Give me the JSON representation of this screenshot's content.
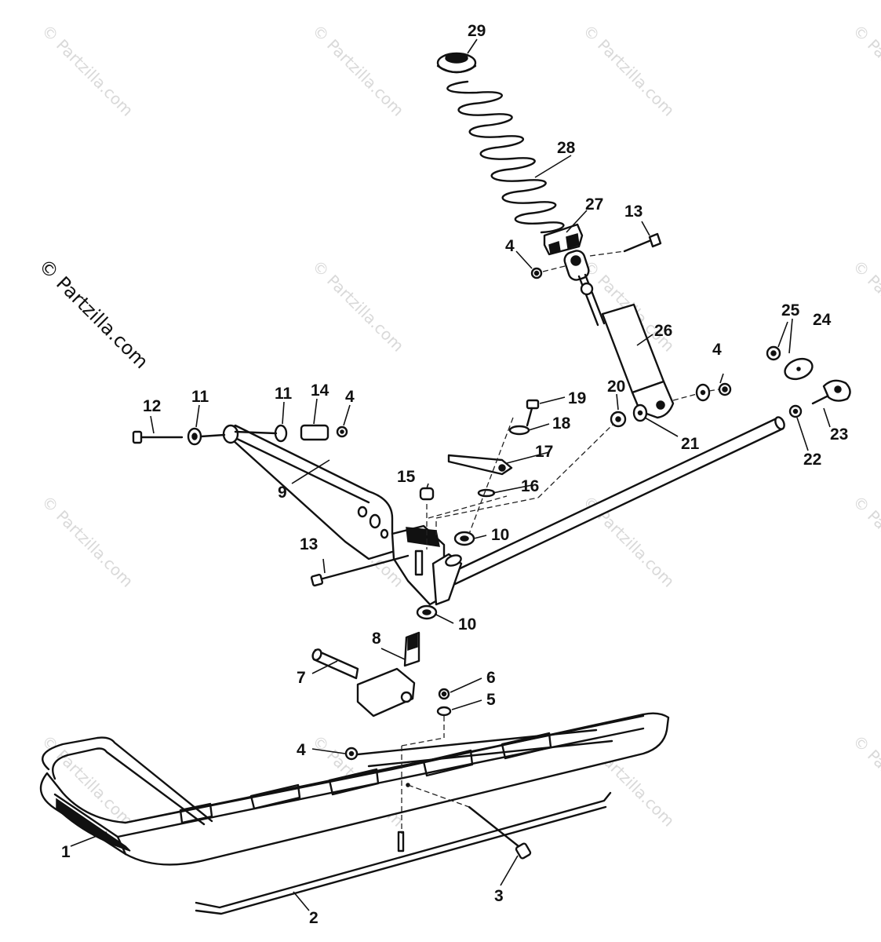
{
  "copyright": "© Partzilla.com",
  "watermark": "© Partzilla.com",
  "callouts": [
    {
      "id": "c29",
      "label": "29"
    },
    {
      "id": "c28",
      "label": "28"
    },
    {
      "id": "c27",
      "label": "27"
    },
    {
      "id": "c13a",
      "label": "13"
    },
    {
      "id": "c4a",
      "label": "4"
    },
    {
      "id": "c26",
      "label": "26"
    },
    {
      "id": "c25",
      "label": "25"
    },
    {
      "id": "c24",
      "label": "24"
    },
    {
      "id": "c4b",
      "label": "4"
    },
    {
      "id": "c20",
      "label": "20"
    },
    {
      "id": "c21",
      "label": "21"
    },
    {
      "id": "c22",
      "label": "22"
    },
    {
      "id": "c23",
      "label": "23"
    },
    {
      "id": "c19",
      "label": "19"
    },
    {
      "id": "c18",
      "label": "18"
    },
    {
      "id": "c17",
      "label": "17"
    },
    {
      "id": "c16",
      "label": "16"
    },
    {
      "id": "c15",
      "label": "15"
    },
    {
      "id": "c10a",
      "label": "10"
    },
    {
      "id": "c10b",
      "label": "10"
    },
    {
      "id": "c12",
      "label": "12"
    },
    {
      "id": "c11a",
      "label": "11"
    },
    {
      "id": "c11b",
      "label": "11"
    },
    {
      "id": "c14",
      "label": "14"
    },
    {
      "id": "c4c",
      "label": "4"
    },
    {
      "id": "c9",
      "label": "9"
    },
    {
      "id": "c13b",
      "label": "13"
    },
    {
      "id": "c8",
      "label": "8"
    },
    {
      "id": "c7",
      "label": "7"
    },
    {
      "id": "c6",
      "label": "6"
    },
    {
      "id": "c5",
      "label": "5"
    },
    {
      "id": "c4d",
      "label": "4"
    },
    {
      "id": "c1",
      "label": "1"
    },
    {
      "id": "c3",
      "label": "3"
    },
    {
      "id": "c2",
      "label": "2"
    }
  ]
}
